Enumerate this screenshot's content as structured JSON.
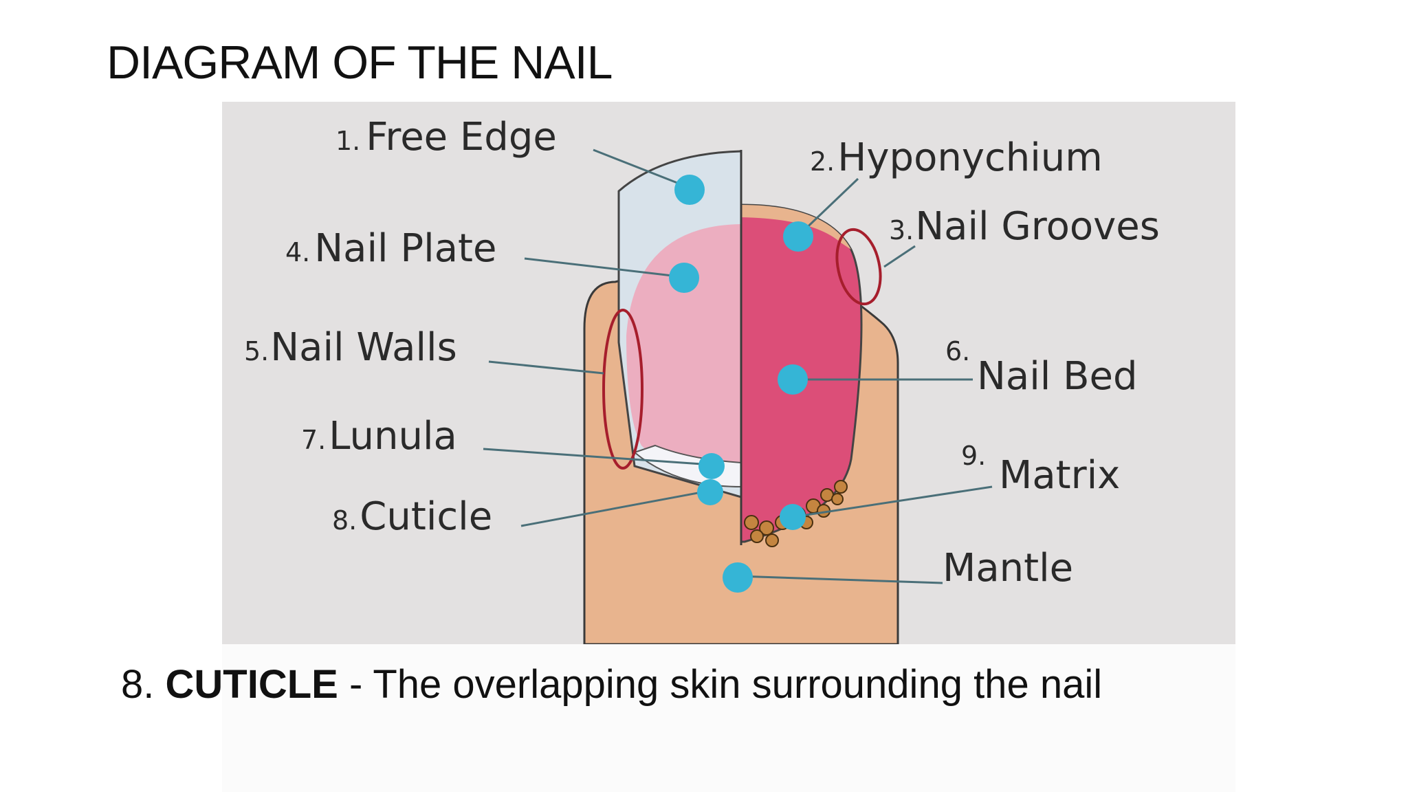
{
  "title": "DIAGRAM OF THE NAIL",
  "diagram": {
    "labels": [
      {
        "id": "free-edge",
        "number": "1.",
        "text": "Free Edge"
      },
      {
        "id": "hyponychium",
        "number": "2.",
        "text": "Hyponychium"
      },
      {
        "id": "nail-grooves",
        "number": "3.",
        "text": "Nail Grooves"
      },
      {
        "id": "nail-plate",
        "number": "4.",
        "text": "Nail Plate"
      },
      {
        "id": "nail-walls",
        "number": "5.",
        "text": "Nail Walls"
      },
      {
        "id": "nail-bed",
        "number": "6.",
        "text": "Nail Bed"
      },
      {
        "id": "lunula",
        "number": "7.",
        "text": "Lunula"
      },
      {
        "id": "cuticle",
        "number": "8.",
        "text": "Cuticle"
      },
      {
        "id": "matrix",
        "number": "9.",
        "text": "Matrix"
      },
      {
        "id": "mantle",
        "number": "",
        "text": "Mantle"
      }
    ],
    "colors": {
      "background": "#e3e1e1",
      "skin": "#e8b48e",
      "nail_bed": "#dc4e78",
      "nail_plate": "#ecaec0",
      "free_edge": "#d8e2ea",
      "marker": "#35b5d6",
      "outline_red": "#a61e2c"
    }
  },
  "caption": {
    "number": "8.",
    "term": "CUTICLE",
    "definition": "- The overlapping skin surrounding the nail"
  }
}
